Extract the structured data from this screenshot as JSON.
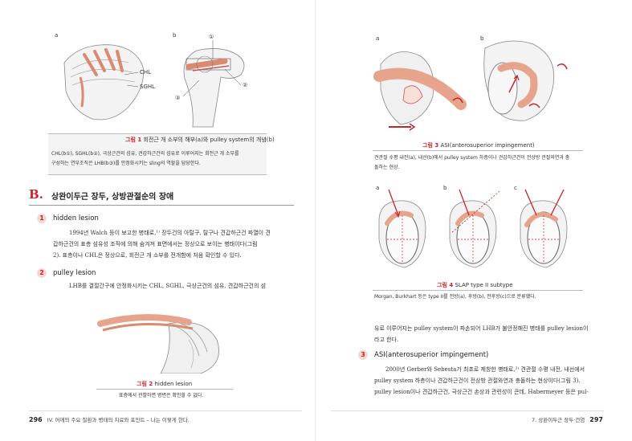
{
  "left_page": {
    "figure1": {
      "panel_a": "a",
      "panel_b": "b",
      "labels": {
        "chl": "CHL",
        "sghl": "SGHL",
        "n1": "①",
        "n2": "②",
        "n3": "③"
      },
      "caption_label": "그림 1",
      "caption_title": "회전근 개 소부의 해부(a)와 pulley system의 개념(b)",
      "caption_lines": [
        "CHL(b①), SGHL(b②), 극상근건의 섬유, 견갑하근건의 섬유로 이루어지는 회전근 개 소부를",
        "구성하는 연부조직은 LHB(b③)를 안정화시키는 sling의 역할을 담당한다."
      ]
    },
    "section": {
      "letter": "B.",
      "title": "상완이두근 장두, 상방관절순의 장애"
    },
    "sub1": {
      "num": "1",
      "title": "hidden lesion",
      "lines": [
        "1994년 Walch 등이 보고한 병태로,¹⁾ 장두건의 아탈구, 탈구나 견갑하근건 파열이 견",
        "갑하근건의 표층 섬유성 조직에 의해 숨겨져 표면에서는 정상으로 보이는 병태이다(그림",
        "2). 표층이나 CHL은 정상으로, 회전근 개 소부를 전개함에 처음 확인할 수 있다."
      ]
    },
    "sub2": {
      "num": "2",
      "title": "pulley lesion",
      "lines": [
        "LHB를 결절간구에 안정화시키는 CHL, SGHL, 극상근건의 섬유, 견갑하근건의 섬"
      ]
    },
    "figure2": {
      "caption_label": "그림 2",
      "caption_title": "hidden lesion",
      "caption_line": "표층에서 관찰하면 병변은 확인할 수 없다."
    },
    "footer": {
      "page_num": "296",
      "text": "IV. 어깨의 주요 질환과 병태의 치료와 포인트 – 나는 이렇게 한다."
    }
  },
  "right_page": {
    "figure3": {
      "panel_a": "a",
      "panel_b": "b",
      "caption_label": "그림 3",
      "caption_title": "ASI(anterosuperior impingement)",
      "caption_lines": [
        "견관절 수평 내전(a), 내선(b)에서 pulley system 하층이나 견갑하근건이 전상방 관절와연과 충",
        "돌하는 현상."
      ]
    },
    "figure4": {
      "panel_a": "a",
      "panel_b": "b",
      "panel_c": "c",
      "caption_label": "그림 4",
      "caption_title": "SLAP type II subtype",
      "caption_line": "Morgan, Burkhart 등은 type II를 전방(a), 후방(b), 전후방(c)으로 분류했다."
    },
    "body_lines_top": [
      "유로 이루어지는 pulley system이 파손되어 LHB가 불안정해진 병태를 pulley lesion이",
      "라고 한다."
    ],
    "sub3": {
      "num": "3",
      "title": "ASI(anterosuperior impingement)",
      "lines": [
        "2000년 Gerber와 Sebesta가 최초로 제창한 병태로,²⁾ 견관절 수평 내전, 내선에서",
        "pulley system 하층이나 견갑하근건이 전상방 관절와연과 충돌하는 현상이다(그림 3).",
        "pulley lesion이나 견갑하근건, 극상근건 손상과 관련성이 큰데, Habermeyer 등은 pul-"
      ]
    },
    "footer": {
      "text": "7. 상완이두근 장두·건염",
      "page_num": "297"
    }
  },
  "colors": {
    "accent_red": "#c8242b",
    "tissue_pink": "#e6a48c",
    "caption_bg": "#f4f4f4"
  }
}
